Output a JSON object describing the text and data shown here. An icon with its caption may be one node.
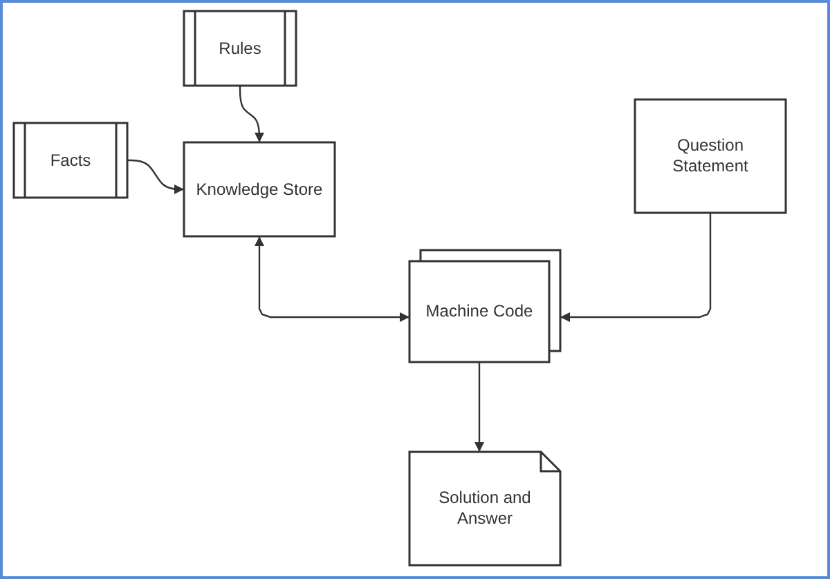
{
  "diagram": {
    "nodes": [
      {
        "text": [
          "Rules"
        ]
      },
      {
        "text": [
          "Facts"
        ]
      },
      {
        "text": [
          "Knowledge Store"
        ]
      },
      {
        "text": [
          "Question Statement"
        ]
      },
      {
        "text": [
          "Machine Code"
        ]
      },
      {
        "text": [
          "Solution and Answer"
        ]
      }
    ],
    "edges": [
      {
        "from": 0,
        "to": 2,
        "arrow": "to"
      },
      {
        "from": 1,
        "to": 2,
        "arrow": "to"
      },
      {
        "from": 2,
        "to": 4,
        "arrow": "both"
      },
      {
        "from": 3,
        "to": 4,
        "arrow": "to"
      },
      {
        "from": 4,
        "to": 5,
        "arrow": "to"
      }
    ]
  }
}
